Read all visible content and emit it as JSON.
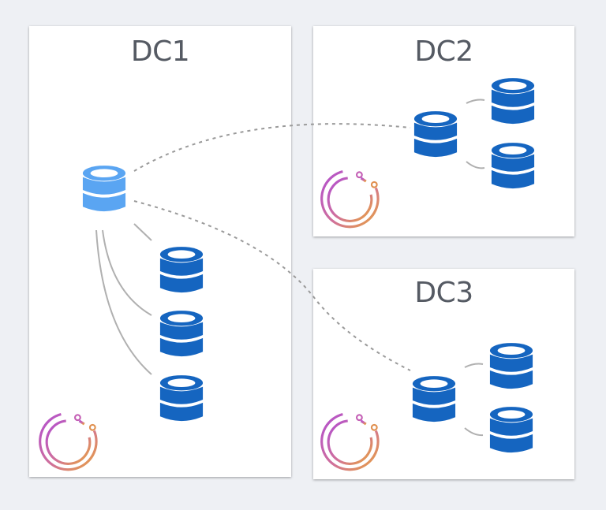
{
  "datacenters": {
    "dc1": {
      "label": "DC1"
    },
    "dc2": {
      "label": "DC2"
    },
    "dc3": {
      "label": "DC3"
    }
  },
  "colors": {
    "primary_db": "#1565c0",
    "replica_source_db": "#5aa5f2",
    "link_line": "#9e9e9e",
    "background": "#eef0f4",
    "logo_gradient": [
      "#b14fd0",
      "#e8a33d"
    ]
  },
  "icons": {
    "database": "database-icon",
    "logo": "circular-logo-icon"
  }
}
